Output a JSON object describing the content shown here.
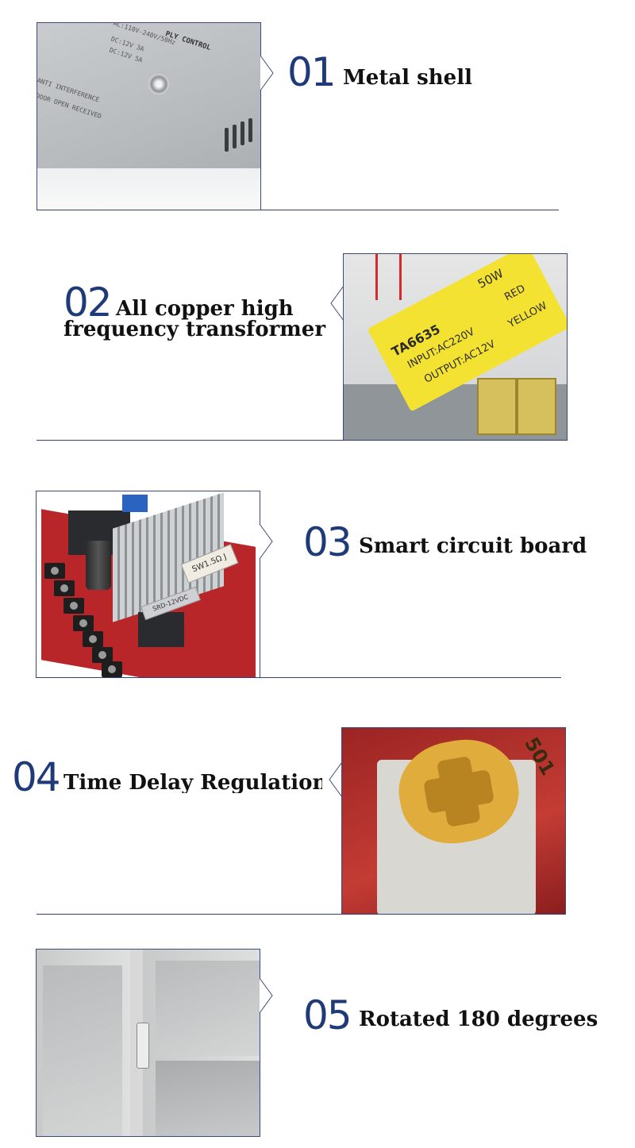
{
  "items": [
    {
      "number": "01",
      "caption": "Metal shell",
      "photo": {
        "texts": [
          "PLY CONTROL",
          "AC:110V-240V/50Hz",
          "DC:12V 3A",
          "DC:12V 5A",
          "ANTI INTERFERENCE",
          "DOOR OPEN RECEIVED"
        ]
      }
    },
    {
      "number": "02",
      "caption_line1": "All copper high",
      "caption_line2": "frequency transformer",
      "photo": {
        "model": "TA6635",
        "power": "50W",
        "input": "INPUT:AC220V",
        "input_wire": "RED",
        "output": "OUTPUT:AC12V",
        "output_wire": "YELLOW"
      }
    },
    {
      "number": "03",
      "caption": "Smart circuit board",
      "photo": {
        "resistor": "SW1.5Ω J",
        "relay": "SRD-12VDC"
      }
    },
    {
      "number": "04",
      "caption": "Time Delay Regulation",
      "photo": {
        "pot_marking": "501"
      }
    },
    {
      "number": "05",
      "caption": "Rotated 180 degrees"
    }
  ],
  "colors": {
    "number": "#1f3a78",
    "rule": "#2f3f6e",
    "caption": "#111111"
  }
}
